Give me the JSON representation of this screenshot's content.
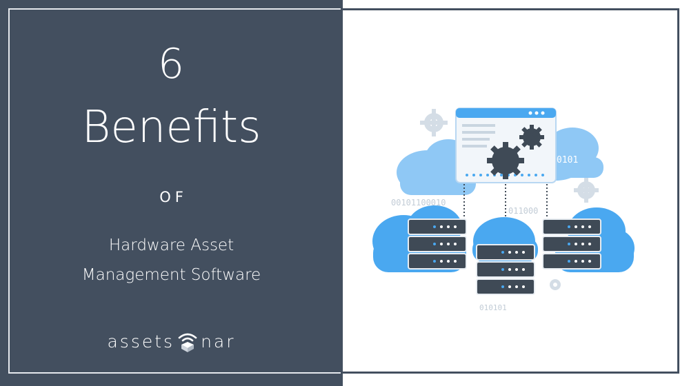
{
  "heading": {
    "number": "6",
    "word": "Benefits",
    "connector": "OF",
    "subtitle_line1": "Hardware Asset",
    "subtitle_line2": "Management Software"
  },
  "logo": {
    "text_before": "assets",
    "text_after": "nar",
    "mark_icon": "sonar-wifi-box-icon"
  },
  "illustration": {
    "binary_strings": [
      "0101",
      "00101100010",
      "011000",
      "010101"
    ],
    "icons": [
      "cloud-icon",
      "server-rack-icon",
      "gear-icon",
      "browser-window-icon"
    ]
  },
  "colors": {
    "panel": "#434f5f",
    "frame": "#e6e9ee",
    "cloud": "#4aa8f0",
    "cloud_light": "#8fc8f5",
    "server_dark": "#3f4a56",
    "gear_light": "#d4dde6"
  }
}
